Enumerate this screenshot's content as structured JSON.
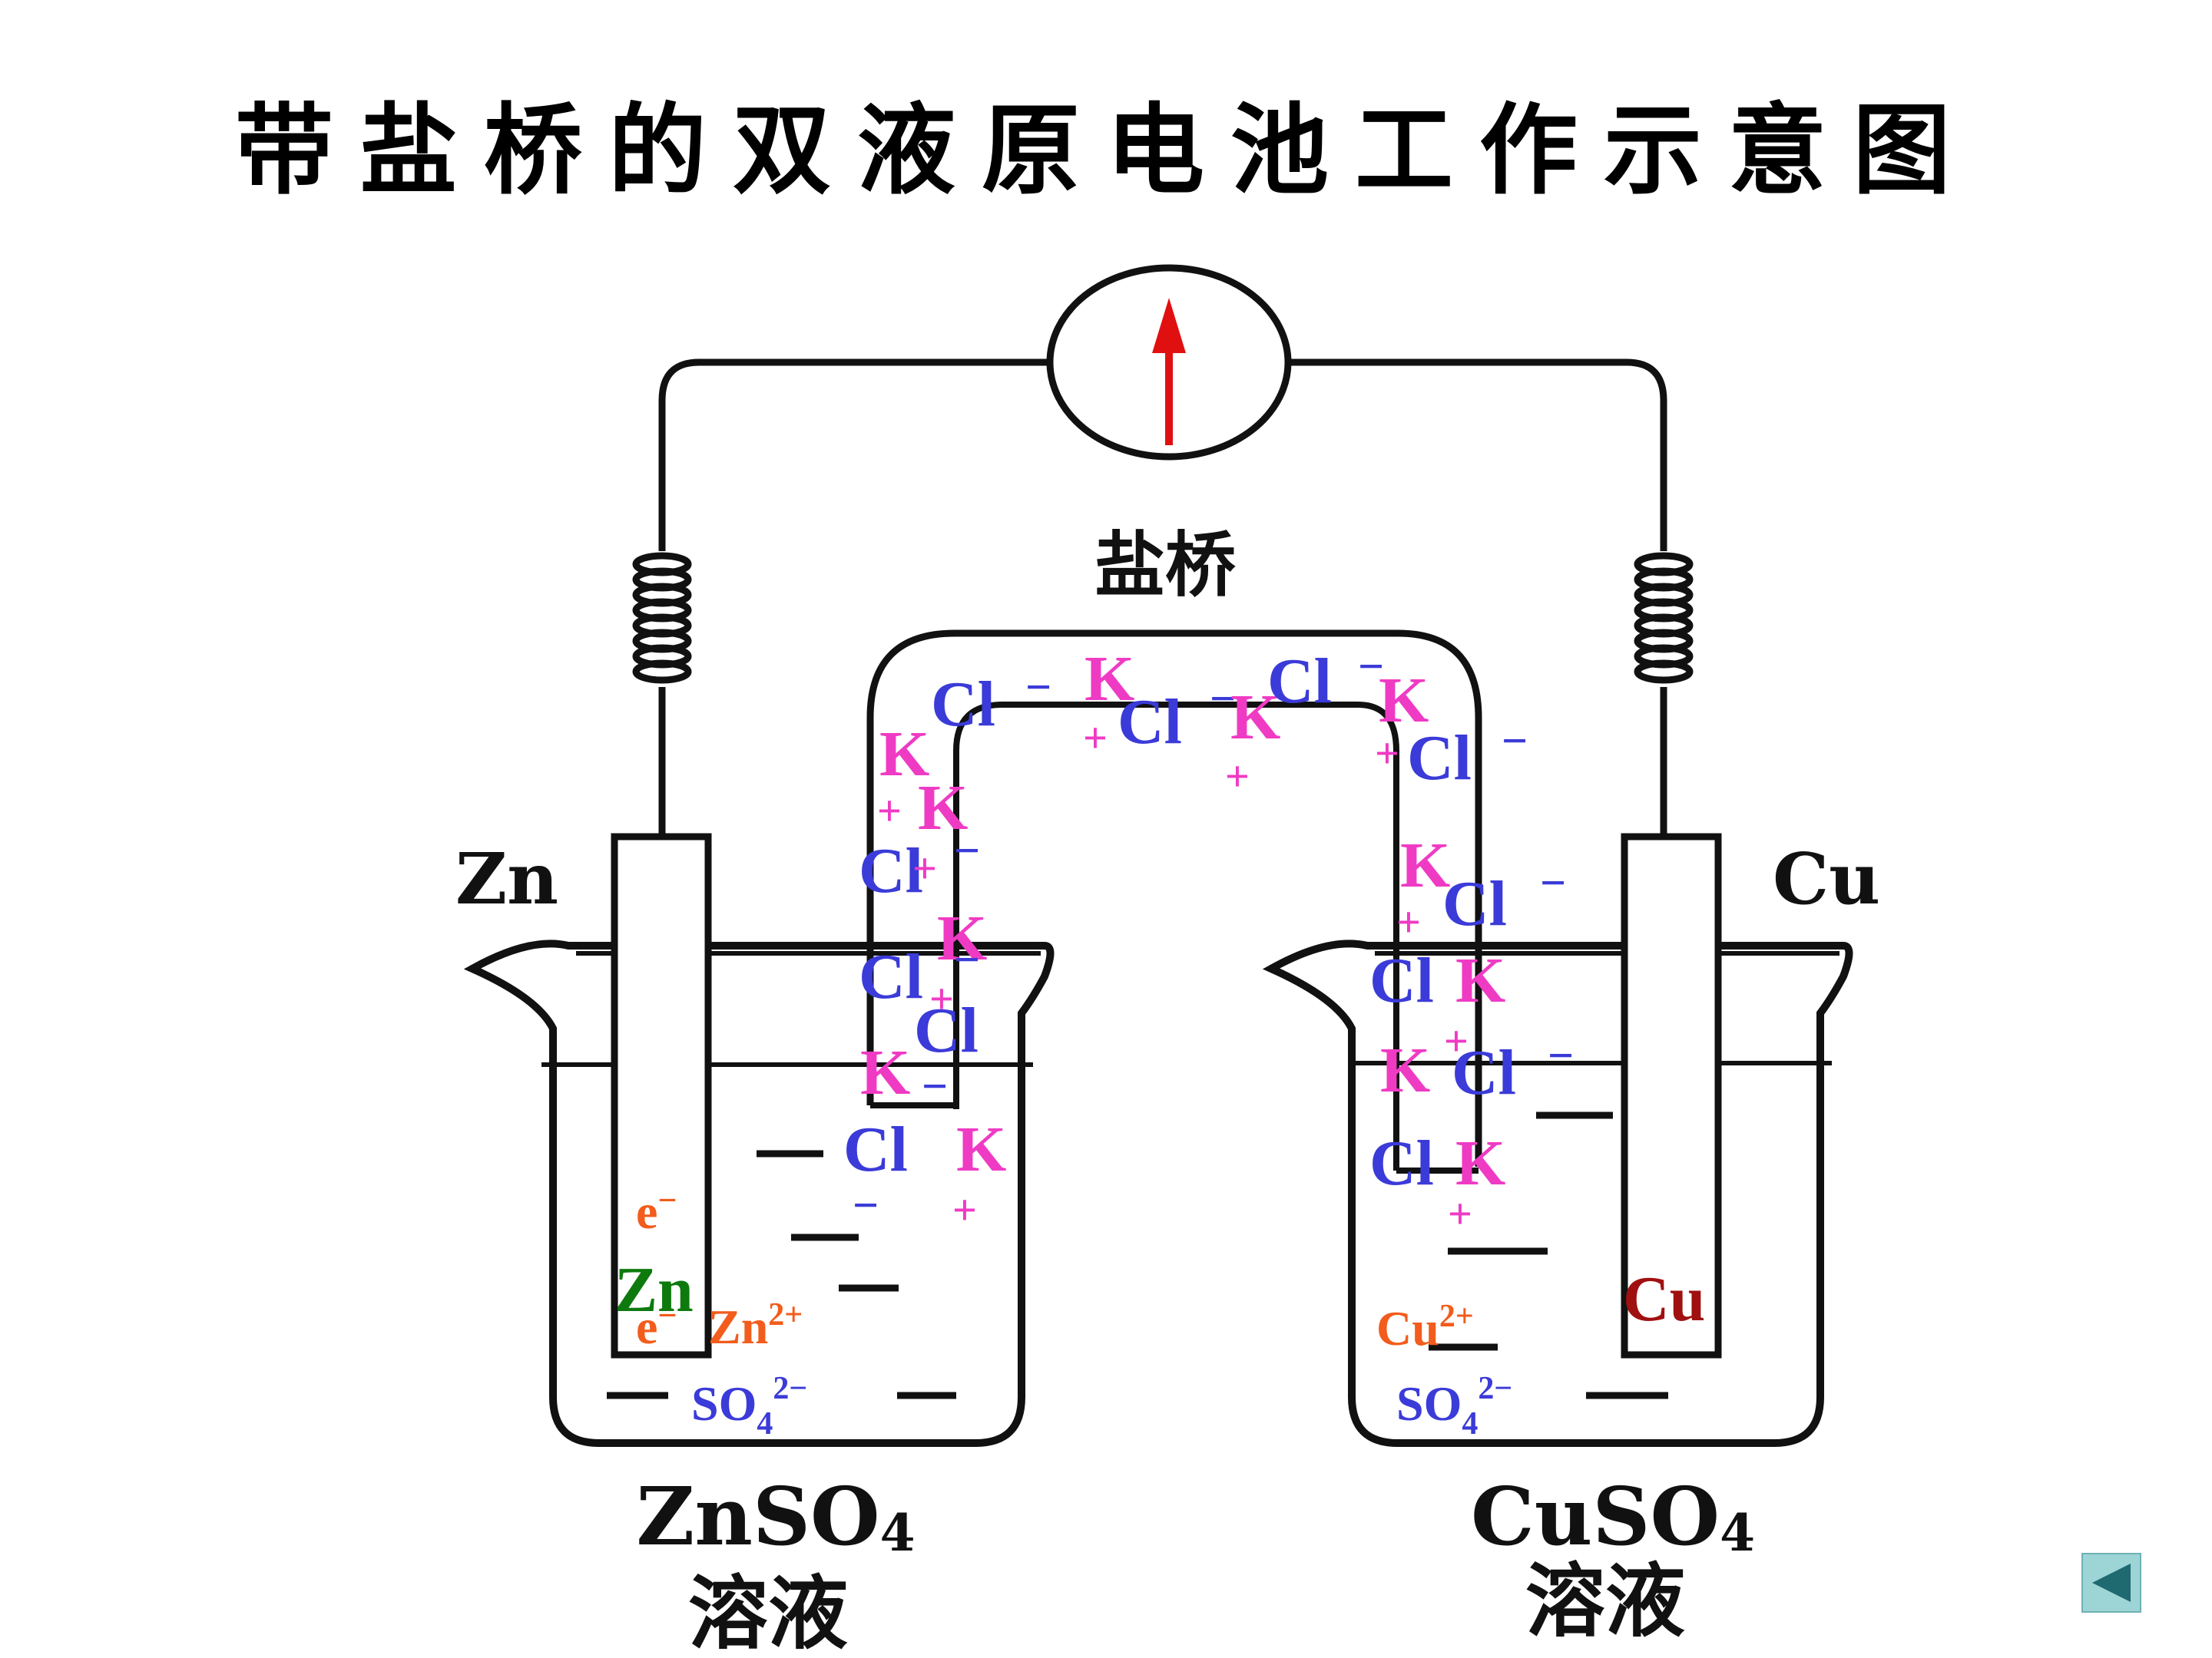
{
  "title": "带盐桥的双液原电池工作示意图",
  "labels": {
    "salt_bridge": "盐桥",
    "zn_electrode": "Zn",
    "cu_electrode": "Cu",
    "left_solution_formula": "ZnSO",
    "left_solution_sub": "4",
    "left_solution_word": "溶液",
    "right_solution_formula": "CuSO",
    "right_solution_sub": "4",
    "right_solution_word": "溶液"
  },
  "ions": {
    "cl": "Cl",
    "k": "K",
    "minus": "−",
    "plus": "+",
    "electron": "e",
    "zn_atom": "Zn",
    "zn_ion": "Zn",
    "cu_atom": "Cu",
    "cu_ion": "Cu",
    "two_plus": "2+",
    "so4_base": "SO",
    "so4_sub": "4",
    "so4_charge": "2−"
  },
  "colors": {
    "cl": "#3b3bd9",
    "k": "#ef3bc4",
    "electron": "#f25c1c",
    "zn_atom": "#0e7a0e",
    "cu_atom": "#a01010",
    "needle": "#e01010",
    "nav": "#9dd4d6"
  },
  "icons": {
    "needle": "needle-arrow-icon",
    "nav_back": "triangle-left-icon"
  }
}
